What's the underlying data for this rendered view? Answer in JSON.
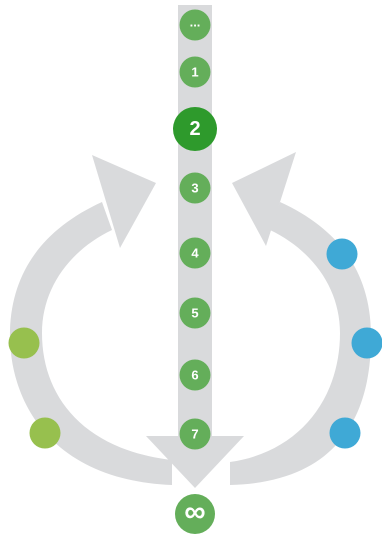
{
  "steps": [
    {
      "label": "...",
      "highlighted": false
    },
    {
      "label": "1",
      "highlighted": false
    },
    {
      "label": "2",
      "highlighted": true
    },
    {
      "label": "3",
      "highlighted": false
    },
    {
      "label": "4",
      "highlighted": false
    },
    {
      "label": "5",
      "highlighted": false
    },
    {
      "label": "6",
      "highlighted": false
    },
    {
      "label": "7",
      "highlighted": false
    }
  ],
  "end_node": {
    "label": "∞",
    "icon": "infinity-icon"
  },
  "left_loop": {
    "dot_count": 2,
    "color": "#97c04e"
  },
  "right_loop": {
    "dot_count": 3,
    "color": "#3fa9d6"
  },
  "colors": {
    "track": "#d9dadc",
    "step_fill": "#64ae5a",
    "step_active_fill": "#2e9a2c",
    "end_fill": "#64ae5a",
    "text": "#ffffff"
  }
}
